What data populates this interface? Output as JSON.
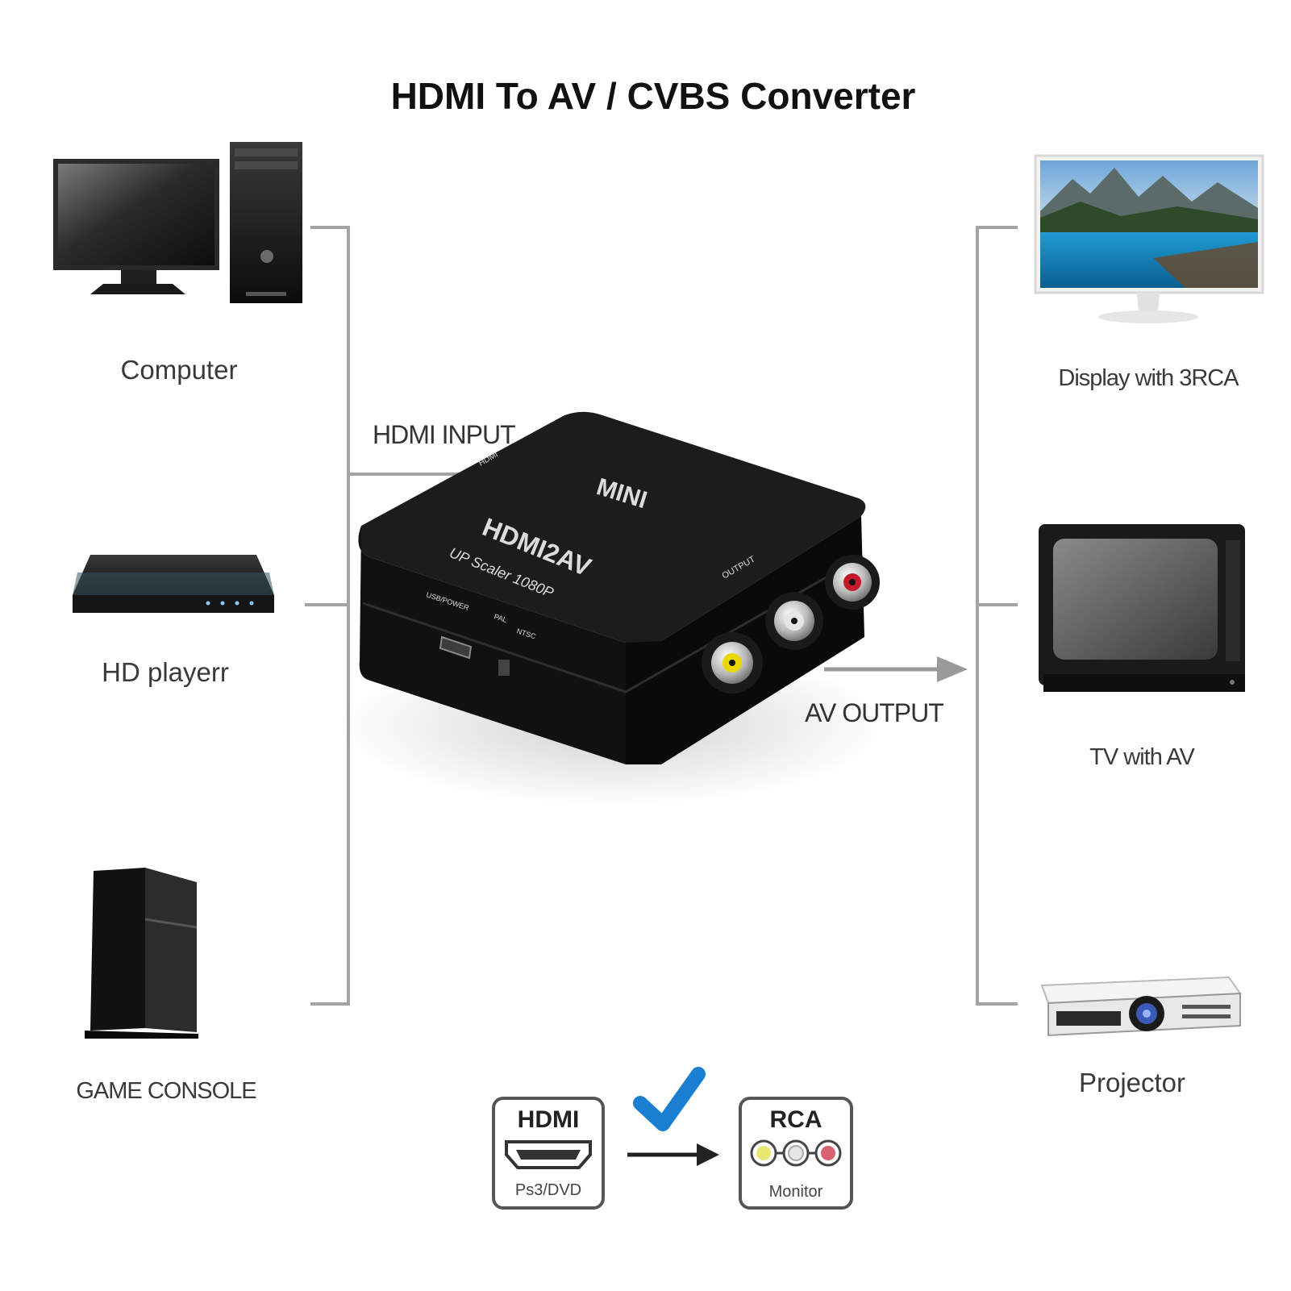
{
  "title": "HDMI To AV / CVBS Converter",
  "sources": {
    "computer": "Computer",
    "hd_player": "HD playerr",
    "game_console": "GAME CONSOLE"
  },
  "displays": {
    "display_3rca": "Display with 3RCA",
    "tv_av": "TV with AV",
    "projector": "Projector"
  },
  "connections": {
    "hdmi_input": "HDMI INPUT",
    "av_output": "AV OUTPUT"
  },
  "device": {
    "brand": "MINI",
    "model": "HDMI2AV",
    "subtitle": "UP Scaler 1080P",
    "port_hdmi": "HDMI",
    "port_output": "OUTPUT",
    "port_usb": "USB/POWER",
    "switch_pal": "PAL",
    "switch_ntsc": "NTSC"
  },
  "legend": {
    "hdmi_title": "HDMI",
    "hdmi_sub": "Ps3/DVD",
    "rca_title": "RCA",
    "rca_sub": "Monitor"
  },
  "colors": {
    "check": "#1a7fd0",
    "rca_yellow": "#e8d800",
    "rca_white": "#e6e6e6",
    "rca_red": "#c41a2a"
  }
}
